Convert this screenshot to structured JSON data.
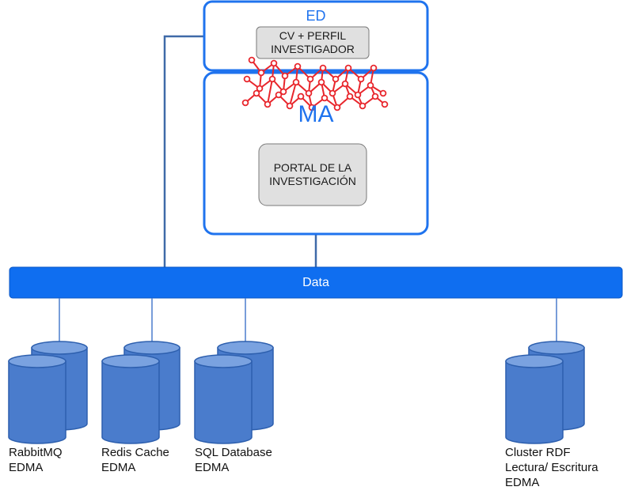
{
  "colors": {
    "frame": "#1f73ee",
    "bus": "#0f6ef0",
    "connector": "#3f6aa8",
    "db_fill": "#4a7ccc",
    "db_top": "#7aa2e0",
    "db_stroke": "#2d5fae",
    "inner_box": "#e0e0e0",
    "inner_border": "#7a7a7a",
    "network": "#e8262c",
    "bus_text": "#ffffff"
  },
  "ed": {
    "title": "ED",
    "box_line1": "CV + PERFIL",
    "box_line2": "INVESTIGADOR"
  },
  "ma": {
    "title": "MA",
    "logo_icon": "network-graph-icon",
    "box_line1": "PORTAL DE LA",
    "box_line2": "INVESTIGACIÓN"
  },
  "bus": {
    "label": "Data"
  },
  "databases": [
    {
      "icon": "database-icon",
      "line1": "RabbitMQ",
      "line2": "EDMA",
      "line3": ""
    },
    {
      "icon": "database-icon",
      "line1": "Redis Cache",
      "line2": "EDMA",
      "line3": ""
    },
    {
      "icon": "database-icon",
      "line1": "SQL Database",
      "line2": "EDMA",
      "line3": ""
    },
    {
      "icon": "database-icon",
      "line1": "Cluster RDF",
      "line2": "Lectura/ Escritura",
      "line3": "EDMA"
    }
  ]
}
